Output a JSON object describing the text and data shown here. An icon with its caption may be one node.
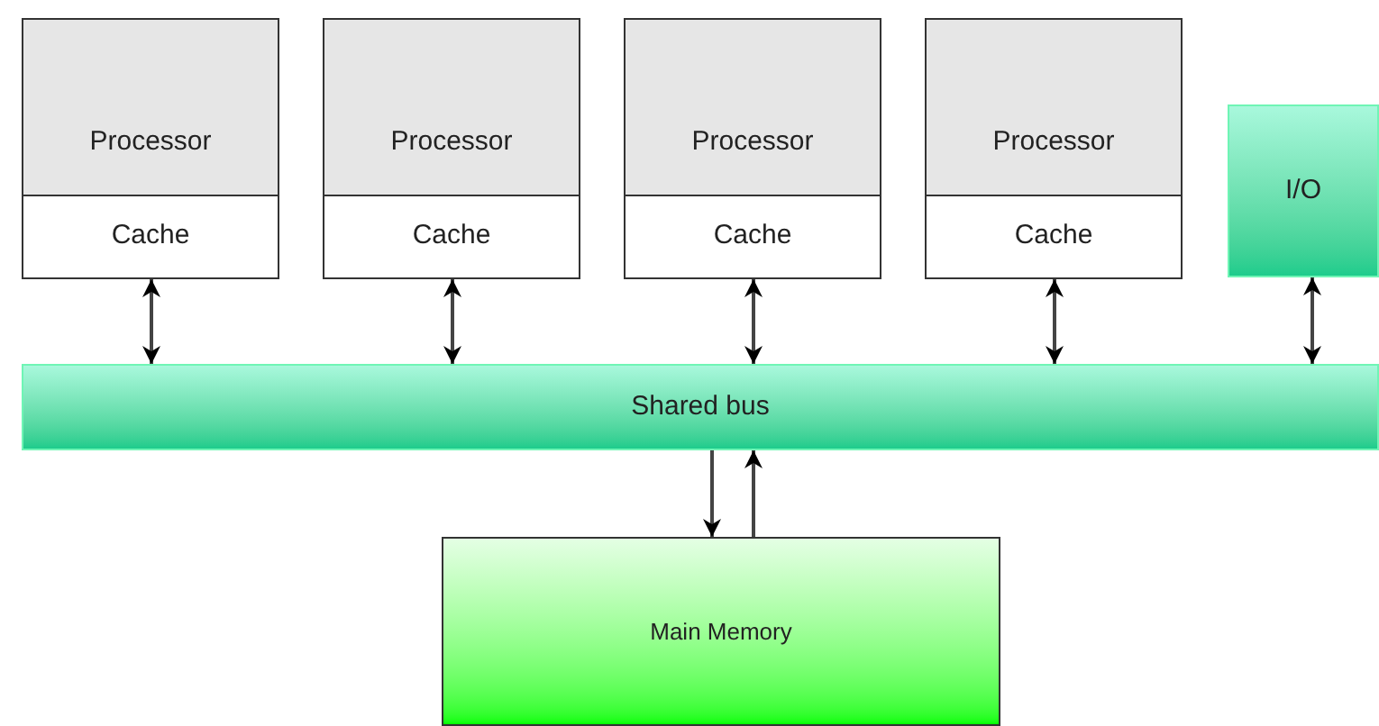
{
  "diagram": {
    "nodes": [
      {
        "text": [
          "Processor"
        ]
      },
      {
        "text": [
          "Cache"
        ]
      },
      {
        "text": [
          "Processor"
        ]
      },
      {
        "text": [
          "Cache"
        ]
      },
      {
        "text": [
          "Processor"
        ]
      },
      {
        "text": [
          "Cache"
        ]
      },
      {
        "text": [
          "Processor"
        ]
      },
      {
        "text": [
          "Cache"
        ]
      },
      {
        "text": [
          "I/O"
        ]
      },
      {
        "text": [
          "Shared bus"
        ]
      },
      {
        "text": [
          "Main Memory"
        ]
      }
    ],
    "edges": [
      {
        "from": 1,
        "to": 9,
        "arrow": "both"
      },
      {
        "from": 3,
        "to": 9,
        "arrow": "both"
      },
      {
        "from": 5,
        "to": 9,
        "arrow": "both"
      },
      {
        "from": 7,
        "to": 9,
        "arrow": "both"
      },
      {
        "from": 8,
        "to": 9,
        "arrow": "both"
      },
      {
        "from": 9,
        "to": 10,
        "arrow": "to"
      },
      {
        "from": 10,
        "to": 9,
        "arrow": "to"
      }
    ]
  }
}
